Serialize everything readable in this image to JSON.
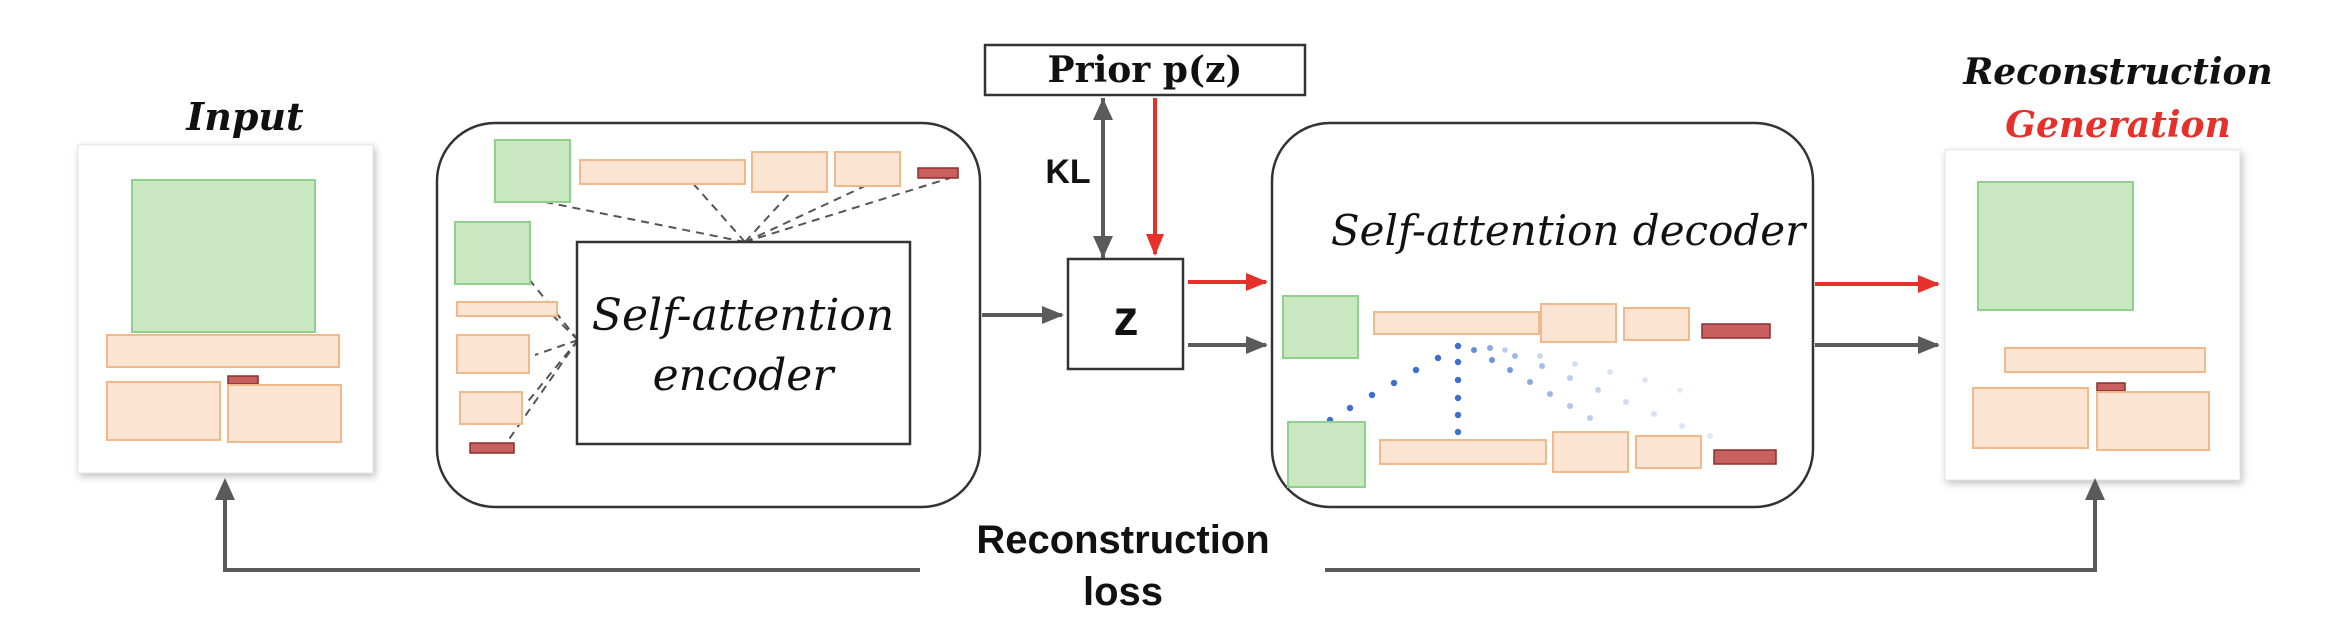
{
  "labels": {
    "input": "Input",
    "reconstruction": "Reconstruction",
    "generation": "Generation",
    "prior": "Prior p(z)",
    "kl": "KL",
    "z": "z",
    "encoder_line1": "Self-attention",
    "encoder_line2": "encoder",
    "decoder": "Self-attention decoder",
    "loss_line1": "Reconstruction",
    "loss_line2": "loss"
  },
  "colors": {
    "figure_fill": "#c9e8c1",
    "figure_stroke": "#8fd08a",
    "text_fill": "#fbe4d2",
    "text_stroke": "#f0b98c",
    "title_fill": "#c96060",
    "title_stroke": "#8b2f2f",
    "arrow_gray": "#5a5a5a",
    "arrow_red": "#e8302a",
    "attention_dot": "#3c6fd1",
    "box_stroke": "#333333"
  }
}
